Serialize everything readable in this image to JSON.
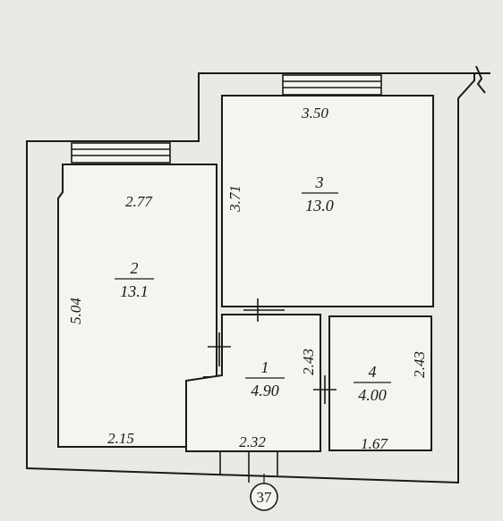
{
  "rooms": [
    {
      "number": "1",
      "area": "4.90"
    },
    {
      "number": "2",
      "area": "13.1"
    },
    {
      "number": "3",
      "area": "13.0"
    },
    {
      "number": "4",
      "area": "4.00"
    }
  ],
  "dimensions": {
    "room2_width_top": "2.77",
    "room2_height": "5.04",
    "room2_width_bottom": "2.15",
    "room3_width": "3.50",
    "room3_height": "3.71",
    "room1_height": "2.43",
    "room1_width": "2.32",
    "room4_height": "2.43",
    "room4_width": "1.67"
  },
  "axis_marker": "37"
}
